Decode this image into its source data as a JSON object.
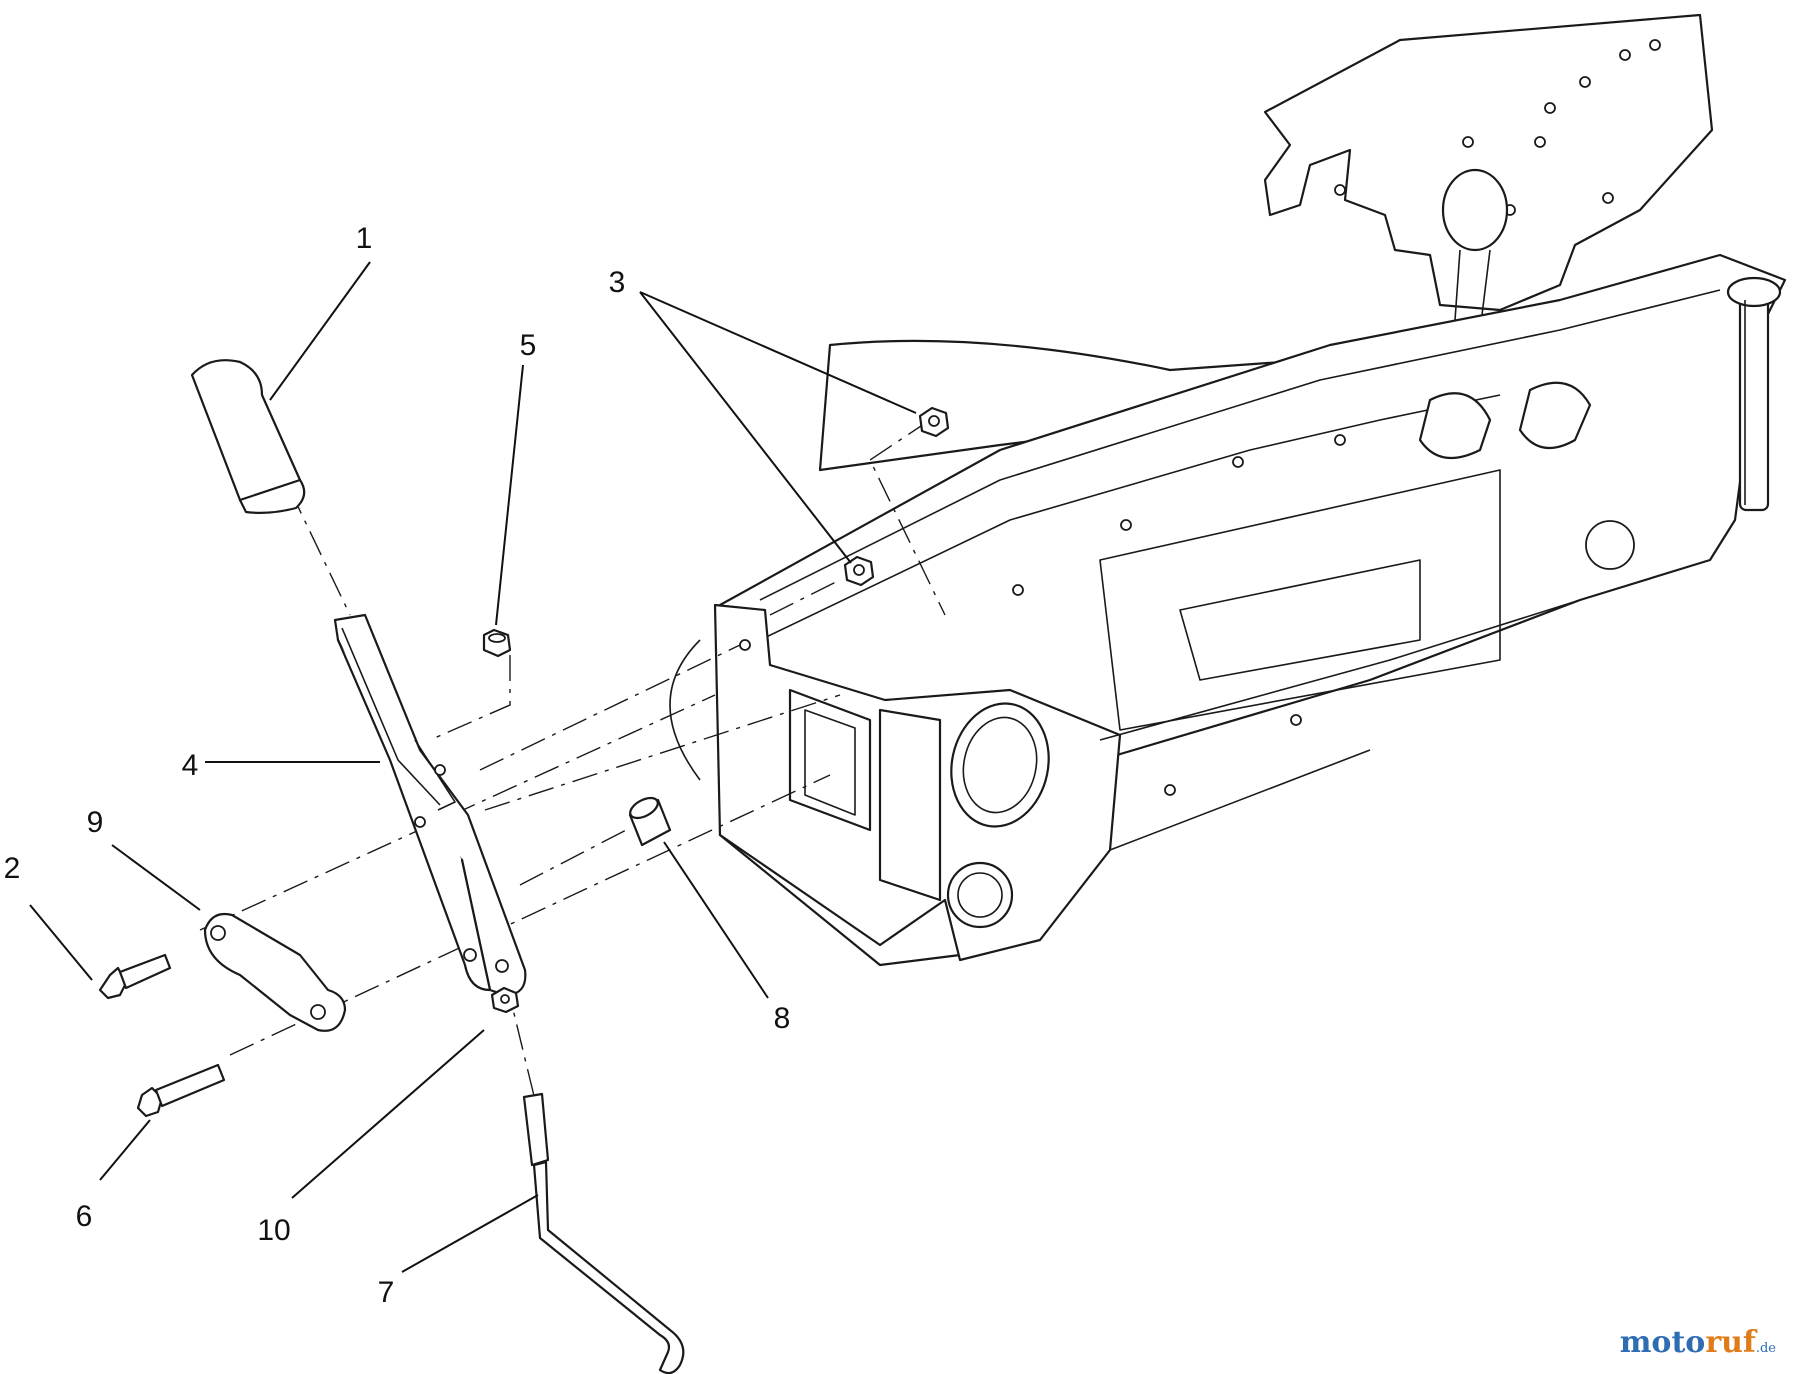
{
  "callouts": {
    "c1": "1",
    "c2": "2",
    "c3": "3",
    "c4": "4",
    "c5": "5",
    "c6": "6",
    "c7": "7",
    "c8": "8",
    "c9": "9",
    "c10": "10"
  },
  "watermark": {
    "brand_a": "moto",
    "brand_b": "ruf",
    "suffix": ".de"
  }
}
